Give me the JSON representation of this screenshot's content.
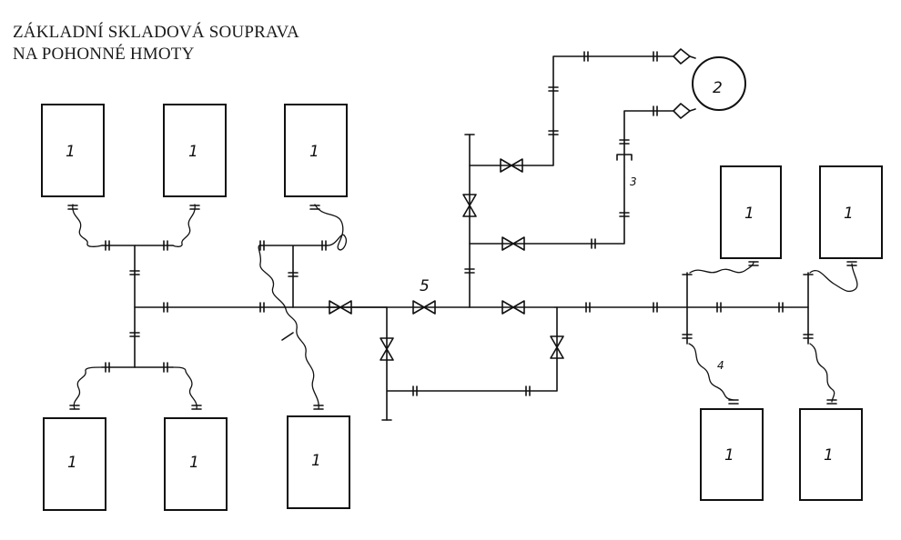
{
  "title": {
    "line1": "ZÁKLADNÍ SKLADOVÁ SOUPRAVA",
    "line2": "NA POHONNÉ HMOTY"
  },
  "labels": {
    "tank": "1",
    "pump": "2",
    "pipe": "3",
    "hose": "4",
    "valve": "5"
  }
}
